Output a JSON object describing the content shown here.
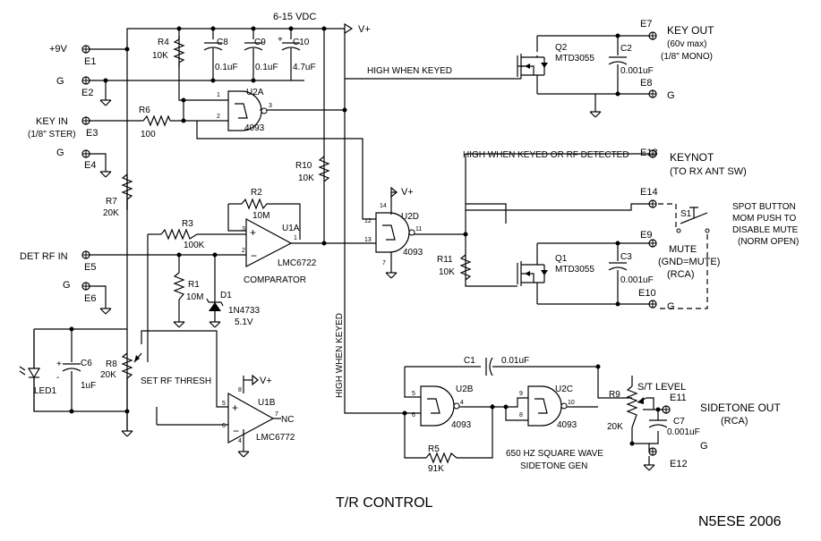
{
  "supply": {
    "rail": "6-15 VDC",
    "vplus": "V+"
  },
  "terminals": {
    "e1": "E1",
    "plus9v": "+9V",
    "e2": "E2",
    "g1": "G",
    "keyin": "KEY IN",
    "keyin_sub": "(1/8\" STER)",
    "e3": "E3",
    "g2": "G",
    "e4": "E4",
    "detrf": "DET RF IN",
    "e5": "E5",
    "g3": "G",
    "e6": "E6",
    "e7": "E7",
    "keyout": "KEY OUT",
    "keyout_sub1": "(60v max)",
    "keyout_sub2": "(1/8\" MONO)",
    "e8": "E8",
    "g4": "G",
    "e13": "E13",
    "keynot": "KEYNOT",
    "keynot_sub": "(TO RX ANT SW)",
    "e14": "E14",
    "e9": "E9",
    "mute": "MUTE",
    "mute_sub1": "(GND=MUTE)",
    "mute_sub2": "(RCA)",
    "e10": "E10",
    "g5": "G",
    "e11": "E11",
    "sidetone": "SIDETONE OUT",
    "sidetone_sub": "(RCA)",
    "g6": "G",
    "e12": "E12"
  },
  "components": {
    "r4": "R4",
    "r4v": "10K",
    "c8": "C8",
    "c8v": "0.1uF",
    "c9": "C9",
    "c9v": "0.1uF",
    "c10": "C10",
    "c10v": "4.7uF",
    "r6": "R6",
    "r6v": "100",
    "r7": "R7",
    "r7v": "20K",
    "r10": "R10",
    "r10v": "10K",
    "r2": "R2",
    "r2v": "10M",
    "r3": "R3",
    "r3v": "100K",
    "r1": "R1",
    "r1v": "10M",
    "d1": "D1",
    "d1v": "1N4733",
    "d1v2": "5.1V",
    "r8": "R8",
    "r8v": "20K",
    "r8note": "SET RF THRESH",
    "c6": "C6",
    "c6v": "1uF",
    "led1": "LED1",
    "r11": "R11",
    "r11v": "10K",
    "q2": "Q2",
    "q2v": "MTD3055",
    "c2": "C2",
    "c2v": "0.001uF",
    "q1": "Q1",
    "q1v": "MTD3055",
    "c3": "C3",
    "c3v": "0.001uF",
    "s1": "S1",
    "c1": "C1",
    "c1v": "0.01uF",
    "r5": "R5",
    "r5v": "91K",
    "r9": "R9",
    "r9v": "20K",
    "r9note": "S/T LEVEL",
    "c7": "C7",
    "c7v": "0.001uF"
  },
  "ics": {
    "u2a": "U2A",
    "u2a_part": "4093",
    "u2d": "U2D",
    "u2d_part": "4093",
    "u2b": "U2B",
    "u2b_part": "4093",
    "u2c": "U2C",
    "u2c_part": "4093",
    "u1a": "U1A",
    "u1a_part": "LMC6722",
    "u1a_note": "COMPARATOR",
    "u1b": "U1B",
    "u1b_part": "LMC6772",
    "nc": "NC"
  },
  "pins": {
    "u2a_1": "1",
    "u2a_2": "2",
    "u2a_3": "3",
    "u2d_14": "14",
    "u2d_12": "12",
    "u2d_13": "13",
    "u2d_11": "11",
    "u2d_7": "7",
    "u1a_3": "3",
    "u1a_2": "2",
    "u1a_1": "1",
    "u1b_8": "8",
    "u1b_5": "5",
    "u1b_6": "6",
    "u1b_7": "7",
    "u1b_4": "4",
    "u2b_5": "5",
    "u2b_6": "6",
    "u2b_4": "4",
    "u2c_9": "9",
    "u2c_8": "8",
    "u2c_10": "10"
  },
  "signals": {
    "high_keyed": "HIGH WHEN KEYED",
    "high_keyed_rf": "HIGH WHEN KEYED OR RF DETECTED",
    "high_keyed_vert": "HIGH WHEN KEYED",
    "spot1": "SPOT BUTTON",
    "spot2": "MOM PUSH TO",
    "spot3": "DISABLE MUTE",
    "spot4": "(NORM OPEN)",
    "gen1": "650 HZ SQUARE WAVE",
    "gen2": "SIDETONE GEN"
  },
  "title": "T/R CONTROL",
  "credit": "N5ESE  2006"
}
